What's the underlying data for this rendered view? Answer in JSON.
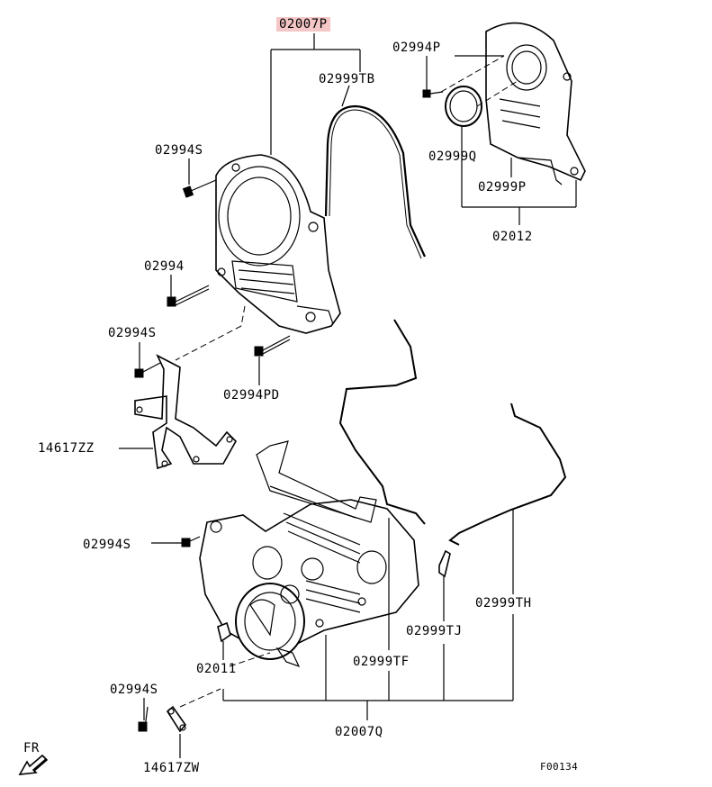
{
  "diagram": {
    "code": "F00134",
    "direction_label": "FR",
    "callouts": {
      "p02007P": "02007P",
      "p02999TB": "02999TB",
      "p02994P": "02994P",
      "p02999Q": "02999Q",
      "p02999P": "02999P",
      "p02012": "02012",
      "p02994S_a": "02994S",
      "p02994": "02994",
      "p02994S_b": "02994S",
      "p02994PD": "02994PD",
      "p14617ZZ": "14617ZZ",
      "p02994S_c": "02994S",
      "p02999TH": "02999TH",
      "p02999TJ": "02999TJ",
      "p02011": "02011",
      "p02999TF": "02999TF",
      "p02994S_d": "02994S",
      "p02007Q": "02007Q",
      "p14617ZW": "14617ZW"
    },
    "highlight_color": "#f4c6c6"
  }
}
